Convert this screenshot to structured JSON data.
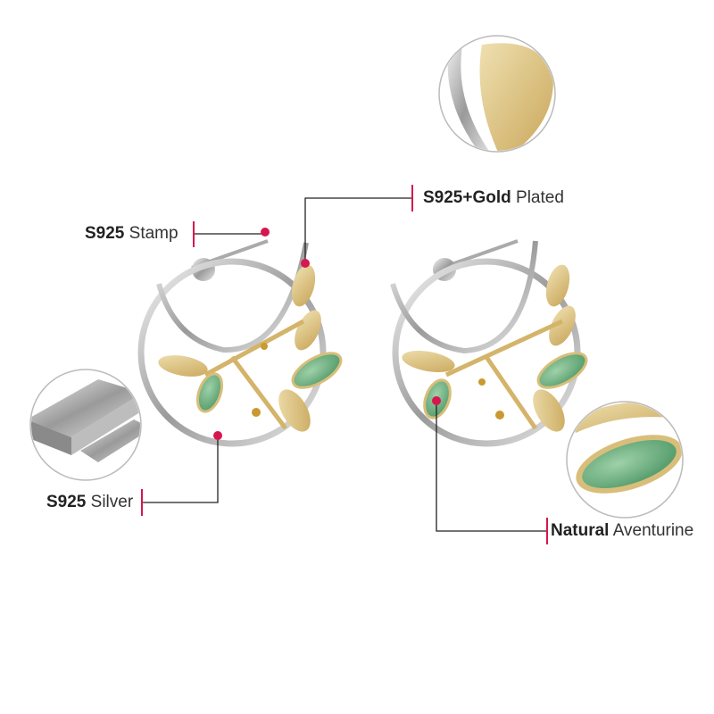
{
  "callouts": {
    "stamp": {
      "bold": "S925",
      "text": "Stamp"
    },
    "gold": {
      "bold": "S925+Gold",
      "text": "Plated"
    },
    "silver": {
      "bold": "S925",
      "text": "Silver"
    },
    "stone": {
      "bold": "Natural",
      "text": "Aventurine"
    }
  },
  "colors": {
    "accent": "#d6174f",
    "line": "#222222",
    "silver": "#c8c8c8",
    "gold": "#d8be7a",
    "jade": "#6fae84"
  }
}
